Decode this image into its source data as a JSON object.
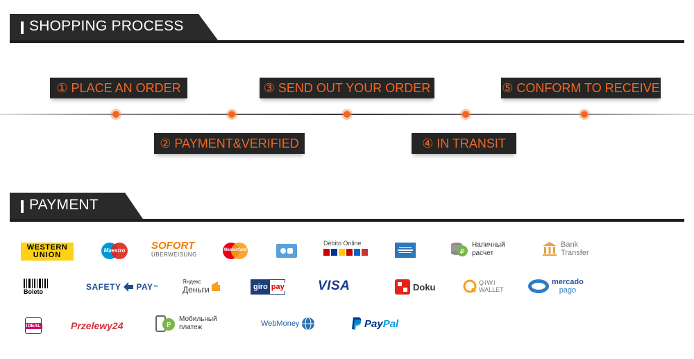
{
  "shopping": {
    "title": "SHOPPING PROCESS",
    "steps": [
      {
        "label": "① PLACE AN ORDER"
      },
      {
        "label": "② PAYMENT&VERIFIED"
      },
      {
        "label": "③ SEND OUT YOUR ORDER"
      },
      {
        "label": "④ IN TRANSIT"
      },
      {
        "label": "⑤ CONFORM TO RECEIVE"
      }
    ]
  },
  "payment": {
    "title": "PAYMENT",
    "methods": {
      "western_union": {
        "line1": "WESTERN",
        "line2": "UNION"
      },
      "maestro": {
        "text": "Maestro"
      },
      "sofort": {
        "line1": "SOFORT",
        "line2": "ÜBERWEISUNG"
      },
      "mastercard": {
        "text": "MasterCard"
      },
      "debito": {
        "title": "Débito Online"
      },
      "nalichny": {
        "line1": "Наличный",
        "line2": "расчет"
      },
      "bank_transfer": {
        "line1": "Bank",
        "line2": "Transfer"
      },
      "boleto": {
        "text": "Boleto"
      },
      "safetypay": {
        "left": "SAFETY",
        "right": "PAY",
        "tm": "™"
      },
      "yandex": {
        "line1": "Яндекс",
        "line2": "Деньги"
      },
      "giropay": {
        "left": "giro",
        "right": "pay"
      },
      "visa": {
        "text": "VISA"
      },
      "doku": {
        "text": "Doku"
      },
      "qiwi": {
        "line1": "QIWI",
        "line2": "WALLET"
      },
      "mercadopago": {
        "line1": "mercado",
        "line2": "pago"
      },
      "ideal": {
        "text": "iDEAL"
      },
      "przelewy": {
        "text": "Przelewy24"
      },
      "mobilny": {
        "line1": "Мобильный",
        "line2": "платеж"
      },
      "webmoney": {
        "text": "WebMoney"
      },
      "paypal": {
        "left": "Pay",
        "right": "Pal"
      }
    }
  },
  "colors": {
    "accent": "#f26622",
    "dark": "#252525"
  }
}
